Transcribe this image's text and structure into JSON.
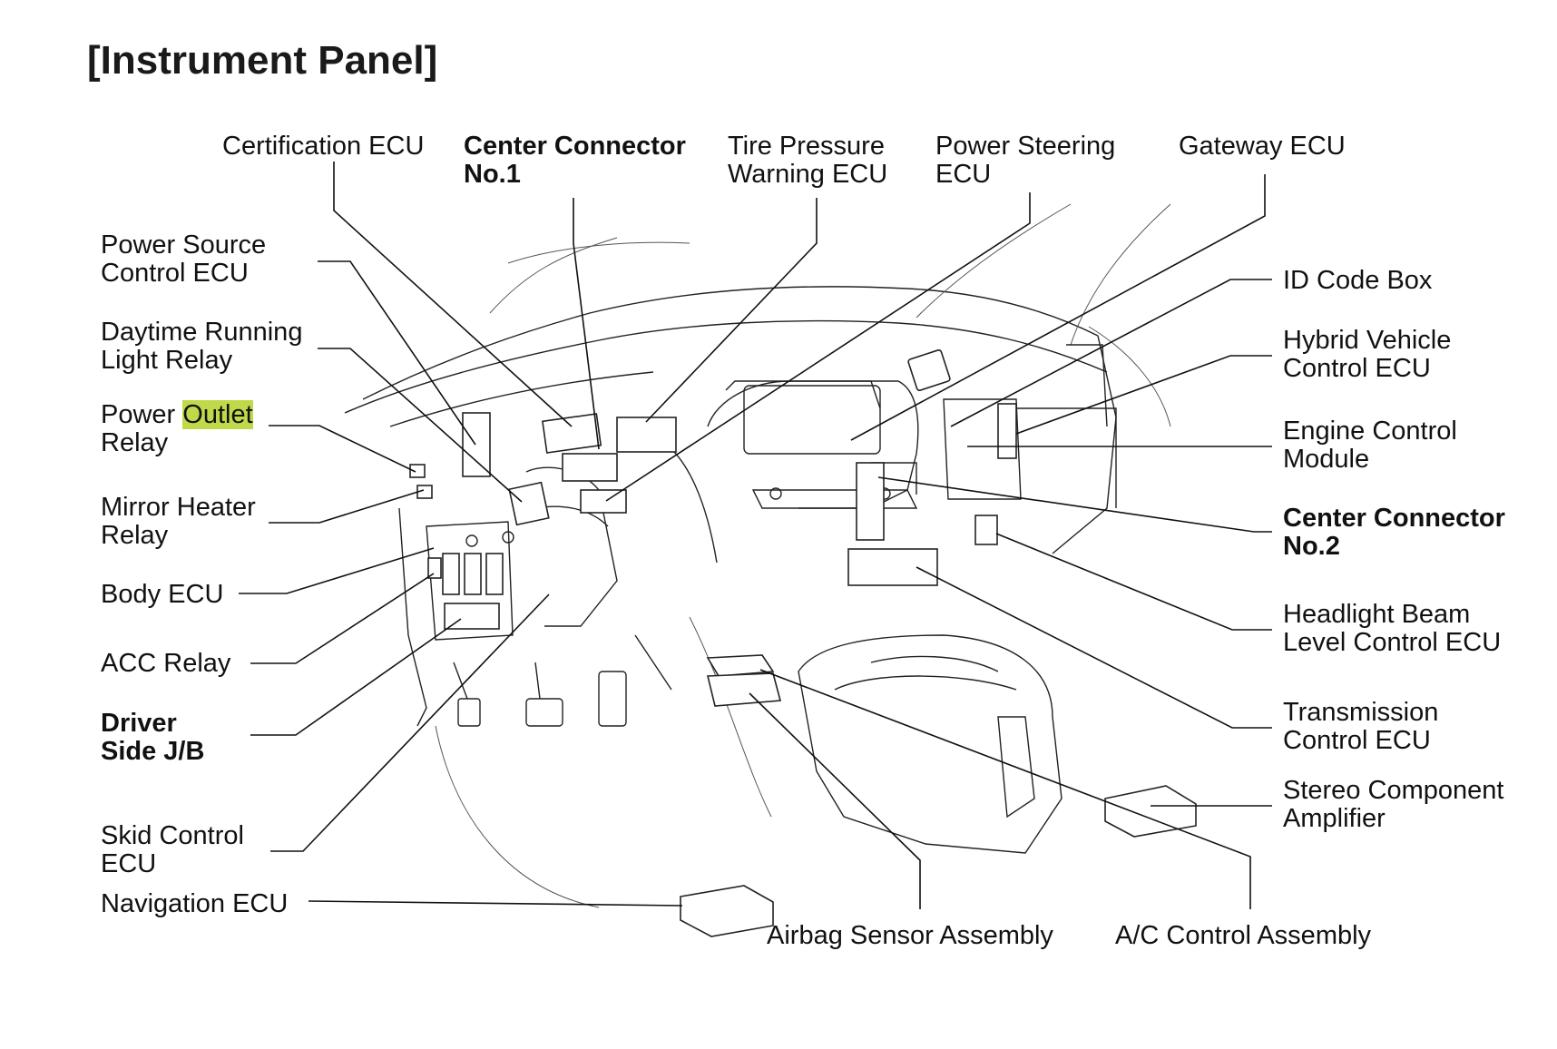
{
  "title": "[Instrument Panel]",
  "labels": {
    "certification_ecu": "Certification ECU",
    "center_connector_1": "Center Connector\nNo.1",
    "tire_pressure": "Tire Pressure\nWarning ECU",
    "power_steering": "Power Steering\nECU",
    "gateway_ecu": "Gateway ECU",
    "power_source": "Power Source\nControl ECU",
    "drl_relay": "Daytime Running\nLight Relay",
    "power_outlet_pre": "Power ",
    "power_outlet_hl": "Outlet",
    "power_outlet_post": "\nRelay",
    "mirror_heater": "Mirror Heater\nRelay",
    "body_ecu": "Body ECU",
    "acc_relay": "ACC Relay",
    "driver_jb": "Driver\nSide J/B",
    "skid_control": "Skid Control\nECU",
    "navigation_ecu": "Navigation ECU",
    "id_code_box": "ID Code Box",
    "hybrid_vehicle": "Hybrid Vehicle\nControl ECU",
    "engine_control": "Engine Control\nModule",
    "center_connector_2": "Center Connector\nNo.2",
    "headlight_beam": "Headlight Beam\nLevel Control ECU",
    "transmission": "Transmission\nControl ECU",
    "stereo_amp": "Stereo Component\nAmplifier",
    "airbag": "Airbag Sensor Assembly",
    "ac_control": "A/C Control Assembly"
  }
}
